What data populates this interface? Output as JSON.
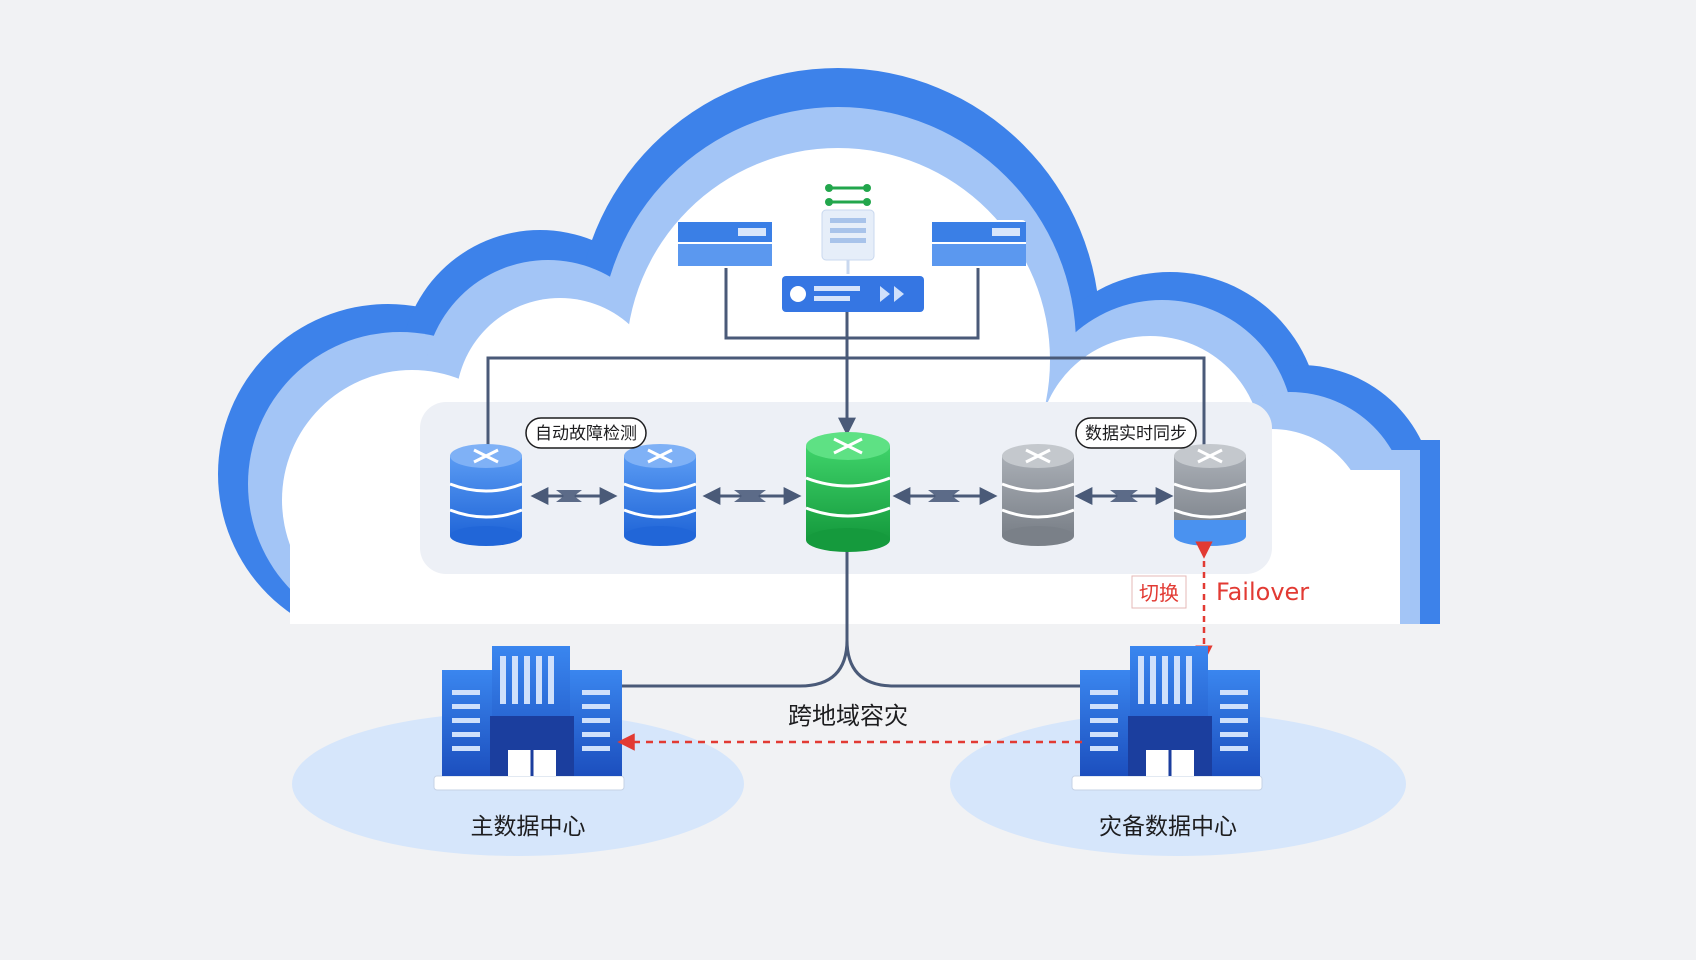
{
  "labels": {
    "auto_fault_detection": "自动故障检测",
    "realtime_sync": "数据实时同步",
    "failover_cn": "切换",
    "failover_en": "Failover",
    "cross_region_dr": "跨地域容灾",
    "primary_dc": "主数据中心",
    "backup_dc": "灾备数据中心"
  },
  "colors": {
    "cloud_outer": "#3f84ea",
    "cloud_mid": "#9cc1f6",
    "cloud_inner": "#ffffff",
    "db_blue": "#2f7be6",
    "db_green": "#1fae4b",
    "db_gray": "#8e949c",
    "line": "#4a5a78",
    "failover_red": "#e23a33",
    "ground_ellipse": "#d7e7fb"
  },
  "icons": {
    "router_nodes": "database-router-icon",
    "buildings": "office-building-icon",
    "control_server": "management-server-icon"
  }
}
